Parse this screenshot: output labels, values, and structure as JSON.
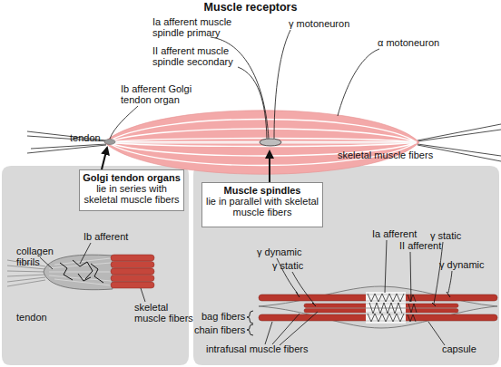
{
  "diagram": {
    "title": "Muscle receptors",
    "nodes": [
      {
        "text": [
          "Golgi tendon organs",
          "lie in series with skeletal muscle fibers"
        ]
      },
      {
        "text": [
          "Muscle spindles",
          "lie in parallel with skeletal muscle fibers"
        ]
      }
    ],
    "labels": [
      "Ia afferent muscle spindle primary",
      "II afferent muscle spindle secondary",
      "γ motoneuron",
      "α motoneuron",
      "Ib afferent Golgi tendon organ",
      "tendon",
      "skeletal muscle fibers",
      "Ib afferent",
      "collagen fibrils",
      "tendon",
      "skeletal muscle fibers",
      "γ dynamic",
      "γ static",
      "Ia afferent",
      "II afferent",
      "γ static",
      "γ dynamic",
      "bag fibers",
      "chain fibers",
      "intrafusal muscle fibers",
      "capsule"
    ]
  }
}
